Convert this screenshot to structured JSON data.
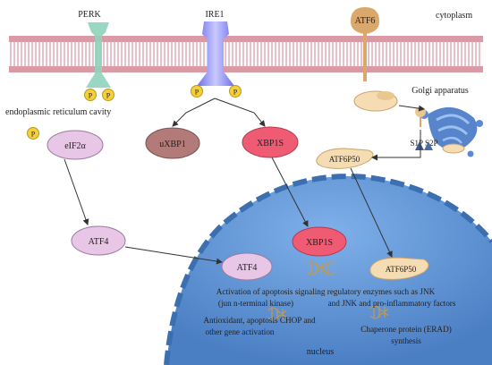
{
  "labels": {
    "perk": "PERK",
    "ire1": "IRE1",
    "atf6": "ATF6",
    "cytoplasm": "cytoplasm",
    "er_cavity": "endoplasmic reticulum cavity",
    "golgi": "Golgi apparatus",
    "s1p_s2p": "S1P S2P",
    "phospho": "P",
    "nucleus": "nucleus"
  },
  "nodes": {
    "eif2a": "eIF2α",
    "uxbp1": "uXBP1",
    "xbp1s": "XBP1S",
    "atf6p50": "ATF6P50",
    "atf4": "ATF4",
    "atf4_nuc": "ATF4",
    "xbp1s_nuc": "XBP1S",
    "atf6p50_nuc": "ATF6P50"
  },
  "text": {
    "activation_line1": "Activation of apoptosis signaling regulatory enzymes such as JNK",
    "activation_line2a": "(jun n-terminal kinase)",
    "activation_line2b": "and JNK and pro-inflammatory factors",
    "antioxidant_line1": "Antioxidant, apoptosis CHOP and",
    "antioxidant_line2": "other gene activation",
    "chaperone_line1": "Chaperone protein (ERAD)",
    "chaperone_line2": "synthesis"
  },
  "colors": {
    "membrane": "#d99aa6",
    "perk": "#8fd3bd",
    "ire1": "#8a8af0",
    "atf6": "#d9a86a",
    "eif2a": "#e8c6e6",
    "uxbp1": "#b27b7a",
    "xbp1s": "#ef5b73",
    "atf6p50": "#f6dcb2",
    "phospho": "#f5cf3a",
    "nucleus": "#5b8fcf",
    "golgi": "#3a6fc2"
  }
}
